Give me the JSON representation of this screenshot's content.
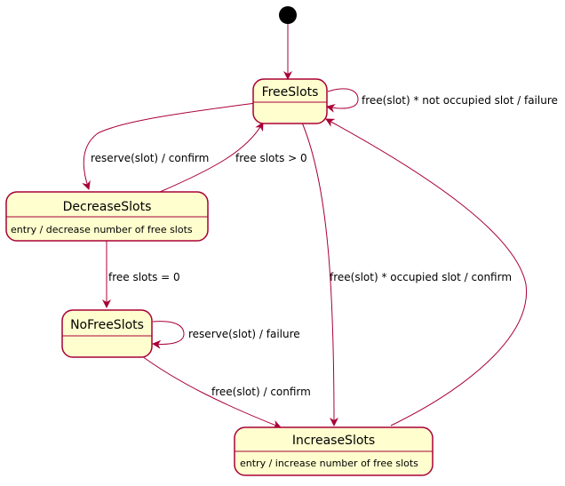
{
  "colors": {
    "state_fill": "#FEFECE",
    "state_border": "#A80036",
    "edge": "#A80036",
    "initial": "#000000",
    "text": "#000000"
  },
  "diagram": {
    "type": "state-machine",
    "initial_state": "FreeSlots",
    "states": [
      {
        "id": "free",
        "name": "FreeSlots",
        "entry": ""
      },
      {
        "id": "decrease",
        "name": "DecreaseSlots",
        "entry": "entry / decrease number of free slots"
      },
      {
        "id": "nofree",
        "name": "NoFreeSlots",
        "entry": ""
      },
      {
        "id": "increase",
        "name": "IncreaseSlots",
        "entry": "entry / increase number of free slots"
      }
    ],
    "transitions": [
      {
        "from": "initial",
        "to": "FreeSlots",
        "label": ""
      },
      {
        "from": "FreeSlots",
        "to": "FreeSlots",
        "label": "free(slot) * not occupied slot / failure"
      },
      {
        "from": "FreeSlots",
        "to": "DecreaseSlots",
        "label": "reserve(slot) / confirm"
      },
      {
        "from": "DecreaseSlots",
        "to": "FreeSlots",
        "label": "free slots > 0"
      },
      {
        "from": "FreeSlots",
        "to": "IncreaseSlots",
        "label": "free(slot) *  occupied slot / confirm"
      },
      {
        "from": "DecreaseSlots",
        "to": "NoFreeSlots",
        "label": "free slots = 0"
      },
      {
        "from": "NoFreeSlots",
        "to": "NoFreeSlots",
        "label": "reserve(slot) / failure"
      },
      {
        "from": "NoFreeSlots",
        "to": "IncreaseSlots",
        "label": "free(slot) / confirm"
      },
      {
        "from": "IncreaseSlots",
        "to": "FreeSlots",
        "label": ""
      }
    ]
  }
}
